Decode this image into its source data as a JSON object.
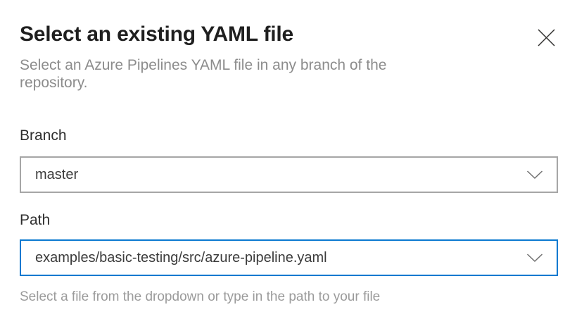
{
  "dialog": {
    "title": "Select an existing YAML file",
    "subtitle": "Select an Azure Pipelines YAML file in any branch of the repository.",
    "icons": {
      "close": "close-x",
      "dropdown": "chevron-down"
    },
    "fields": {
      "branch": {
        "label": "Branch",
        "value": "master"
      },
      "path": {
        "label": "Path",
        "value": "examples/basic-testing/src/azure-pipeline.yaml",
        "helper": "Select a file from the dropdown or type in the path to your file"
      }
    },
    "colors": {
      "accent_blue": "#0b79d0",
      "border_gray": "#a6a6a6",
      "title_text": "#1f1f1f",
      "body_text": "#3b3b3b",
      "muted_text": "#8c8c8c",
      "helper_text": "#9b9b9b"
    }
  }
}
